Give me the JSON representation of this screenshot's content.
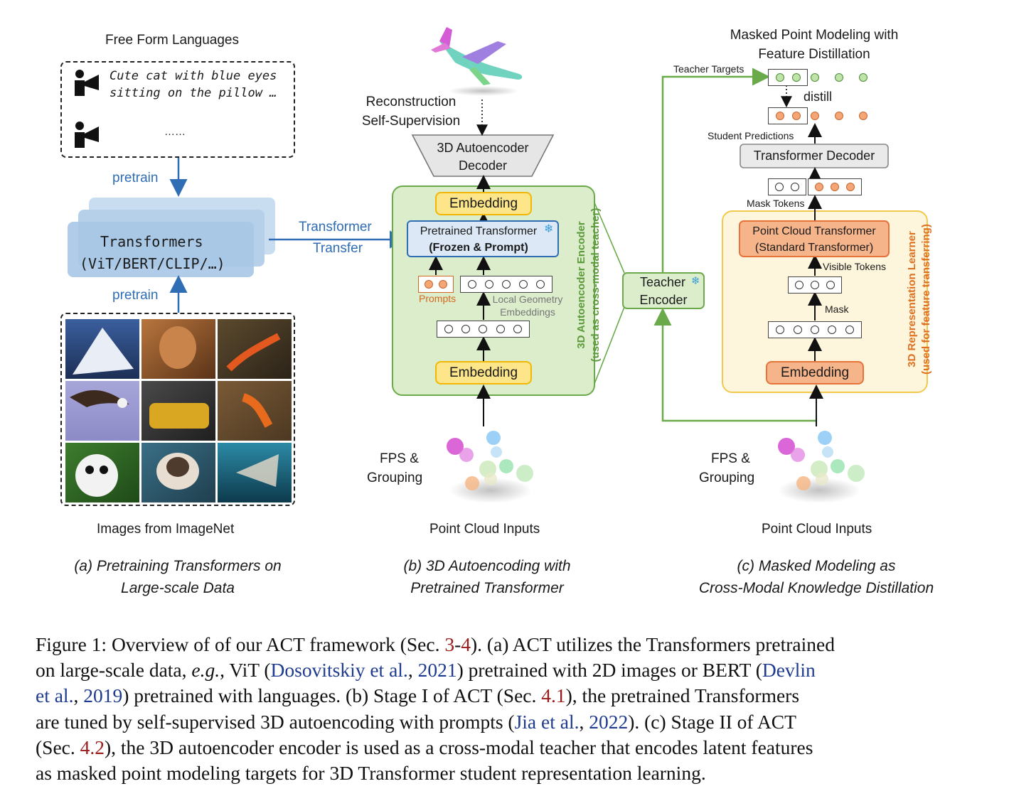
{
  "panel_a": {
    "languages_title": "Free Form Languages",
    "lang_line1": "Cute cat with blue eyes",
    "lang_line2": "sitting on the pillow …",
    "lang_ellipsis": "……",
    "pretrain_top": "pretrain",
    "pretrain_bottom": "pretrain",
    "transformers_line1": "Transformers",
    "transformers_line2": "(ViT/BERT/CLIP/…)",
    "transfer_line1": "Transformer",
    "transfer_line2": "Transfer",
    "images_label": "Images from ImageNet",
    "caption_line1": "(a)   Pretraining Transformers on",
    "caption_line2": "Large-scale Data"
  },
  "panel_b": {
    "reconstruction_line1": "Reconstruction",
    "reconstruction_line2": "Self-Supervision",
    "decoder_line1": "3D Autoencoder",
    "decoder_line2": "Decoder",
    "embedding_top": "Embedding",
    "pretrained_line1": "Pretrained Transformer",
    "pretrained_line2": "(Frozen & Prompt)",
    "prompts": "Prompts",
    "local_geometry_line1": "Local Geometry",
    "local_geometry_line2": "Embeddings",
    "embedding_bottom": "Embedding",
    "side_line1": "3D Autoencoder Encoder",
    "side_line2": "(used as cross-modal teacher)",
    "fps_line1": "FPS &",
    "fps_line2": "Grouping",
    "inputs_label": "Point Cloud Inputs",
    "caption_line1": "(b)    3D Autoencoding with",
    "caption_line2": "Pretrained Transformer"
  },
  "teacher": {
    "line1": "Teacher",
    "line2": "Encoder"
  },
  "panel_c": {
    "title_line1": "Masked Point Modeling with",
    "title_line2": "Feature Distillation",
    "teacher_targets": "Teacher Targets",
    "distill": "distill",
    "student_predictions": "Student Predictions",
    "decoder": "Transformer Decoder",
    "mask_tokens": "Mask Tokens",
    "pct_line1": "Point Cloud Transformer",
    "pct_line2": "(Standard Transformer)",
    "visible_tokens": "Visible Tokens",
    "mask": "Mask",
    "embedding": "Embedding",
    "side_line1": "3D Representation Learner",
    "side_line2": "(used for feature transferring)",
    "fps_line1": "FPS &",
    "fps_line2": "Grouping",
    "inputs_label": "Point Cloud Inputs",
    "caption_line1": "(c)    Masked Modeling as",
    "caption_line2": "Cross-Modal Knowledge Distillation"
  },
  "caption": {
    "l1_a": "Figure 1: Overview of of our ACT framework (Sec. ",
    "l1_ref1": "3",
    "l1_dash": "-",
    "l1_ref2": "4",
    "l1_b": "). (a) ACT utilizes the Transformers pretrained",
    "l2_a": "on large-scale data, ",
    "l2_eg": "e.g.",
    "l2_b": ", ViT (",
    "l2_cite1": "Dosovitskiy et al.",
    "l2_c": ", ",
    "l2_year1": "2021",
    "l2_d": ") pretrained with 2D images or BERT (",
    "l2_cite2": "Devlin",
    "l3_cite2b": "et al.",
    "l3_a": ", ",
    "l3_year2": "2019",
    "l3_b": ") pretrained with languages. (b) Stage I of ACT (Sec. ",
    "l3_ref": "4.1",
    "l3_c": "), the pretrained Transformers",
    "l4_a": "are tuned by self-supervised 3D autoencoding with prompts (",
    "l4_cite": "Jia et al.",
    "l4_b": ", ",
    "l4_year": "2022",
    "l4_c": "). (c) Stage II of ACT",
    "l5_a": "(Sec. ",
    "l5_ref": "4.2",
    "l5_b": "), the 3D autoencoder encoder is used as a cross-modal teacher that encodes latent features",
    "l6": "as masked point modeling targets for 3D Transformer student representation learning."
  },
  "colors": {
    "blue_arrow": "#2f6db5",
    "green": "#6aaa4a",
    "green_fill": "#d9ecc8",
    "yellow_fill": "#fde68a",
    "orange_fill": "#f6b48b",
    "orange_text": "#d2691e",
    "link_blue": "#1f3b8f",
    "link_red": "#9b1b1b"
  },
  "icons": [
    "speaker-person-icon",
    "snowflake-icon",
    "airplane-point-cloud-icon",
    "point-cloud-group-icon"
  ]
}
